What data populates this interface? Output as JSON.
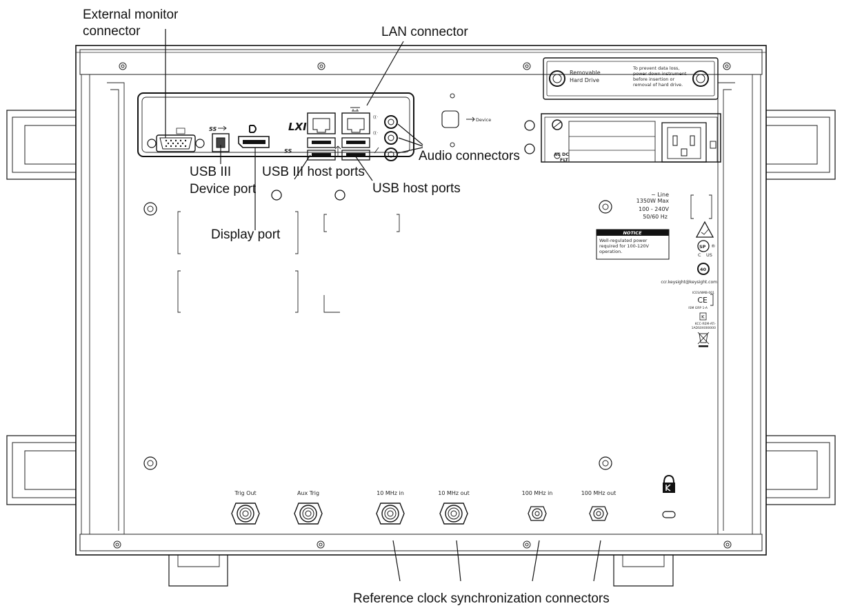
{
  "callouts": {
    "external_monitor_line1": "External monitor",
    "external_monitor_line2": "connector",
    "lan_connector": "LAN connector",
    "audio_connectors": "Audio connectors",
    "usb3_device_line1": "USB III",
    "usb3_device_line2": "Device port",
    "usb3_host_ports": "USB III host ports",
    "usb_host_ports": "USB host ports",
    "display_port": "Display port",
    "reference_clock": "Reference clock synchronization connectors"
  },
  "panel_labels": {
    "device": "Device",
    "removable_line1": "Removable",
    "removable_line2": "Hard Drive",
    "data_loss_line1": "To prevent data loss,",
    "data_loss_line2": "power down instrument",
    "data_loss_line3": "before insertion or",
    "data_loss_line4": "removal of hard drive.",
    "lxi": "LXI",
    "ss": "SS",
    "ac": "AC",
    "dc": "DC",
    "flt": "FLT"
  },
  "power_rating": {
    "line": "~ Line",
    "max": "1350W Max",
    "voltage": "100 - 240V",
    "freq": "50/60 Hz"
  },
  "notice": {
    "title": "NOTICE",
    "line1": "Well-regulated power",
    "line2": "required for 100-120V",
    "line3": "operation."
  },
  "marks": {
    "email": "ccr.keysight@keysight.com",
    "ce_top": "ICES/NMB-001",
    "ce": "CE",
    "ce_bottom": "ISM GRP 1-A",
    "kcc1": "KCC-REM-ATi-",
    "kcc2": "1ADS0X000000",
    "k_mark": "K",
    "sp": "SP",
    "c": "C",
    "us": "US",
    "forty": "40"
  },
  "connectors": [
    {
      "label": "Trig Out"
    },
    {
      "label": "Aux Trig"
    },
    {
      "label": "10 MHz in"
    },
    {
      "label": "10 MHz out"
    },
    {
      "label": "100 MHz in"
    },
    {
      "label": "100 MHz out"
    }
  ]
}
